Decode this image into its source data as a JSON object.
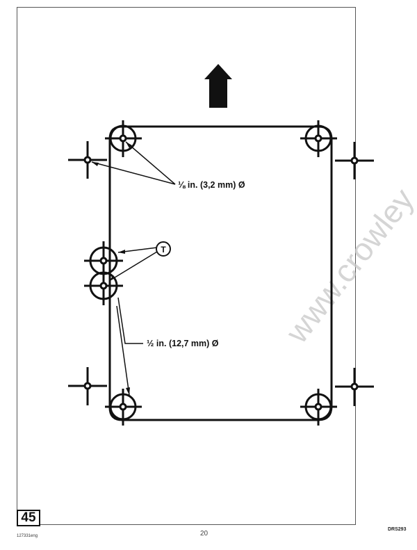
{
  "figure": {
    "number": "45",
    "labels": {
      "small_hole": "⅛ in. (3,2 mm) Ø",
      "large_hole": "½ in. (12,7 mm) Ø",
      "callout": "T"
    },
    "direction_arrow": "up-arrow"
  },
  "footer": {
    "doc_code": "127331eng",
    "page_number": "20",
    "drawing_ref": "DRS293"
  },
  "watermark": "www.crowley",
  "colors": {
    "ink": "#111111",
    "frame": "#555555",
    "watermark": "#c8c8c8"
  }
}
